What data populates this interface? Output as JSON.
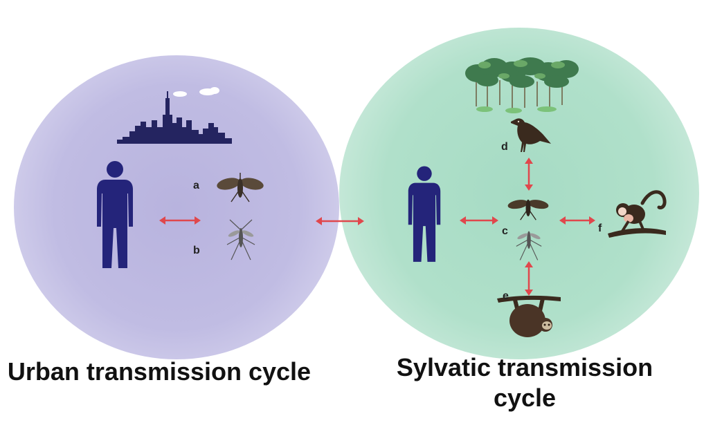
{
  "colors": {
    "urban_circle": "#bdb8e1",
    "sylvatic_circle": "#aadcc5",
    "human": "#24247a",
    "skyline": "#242460",
    "arrow": "#e0474c",
    "mosquito_aedes": "#3a3028",
    "mosquito_haemagogus": "#555555",
    "animal": "#3a2a1e",
    "tree_canopy": "#3f7a4e"
  },
  "icons": {
    "skyline": "city-skyline-icon",
    "human": "human-silhouette-icon",
    "mosquito_a": "aedes-mosquito-icon",
    "mosquito_b": "mosquito-icon",
    "tree": "forest-canopy-icon",
    "bird": "bird-icon",
    "monkey": "monkey-icon",
    "sloth": "sloth-icon"
  },
  "labels": {
    "a": "a",
    "b": "b",
    "c": "c",
    "d": "d",
    "e": "e",
    "f": "f"
  },
  "captions": {
    "urban": "Urban transmission cycle",
    "sylvatic": "Sylvatic transmission cycle"
  }
}
